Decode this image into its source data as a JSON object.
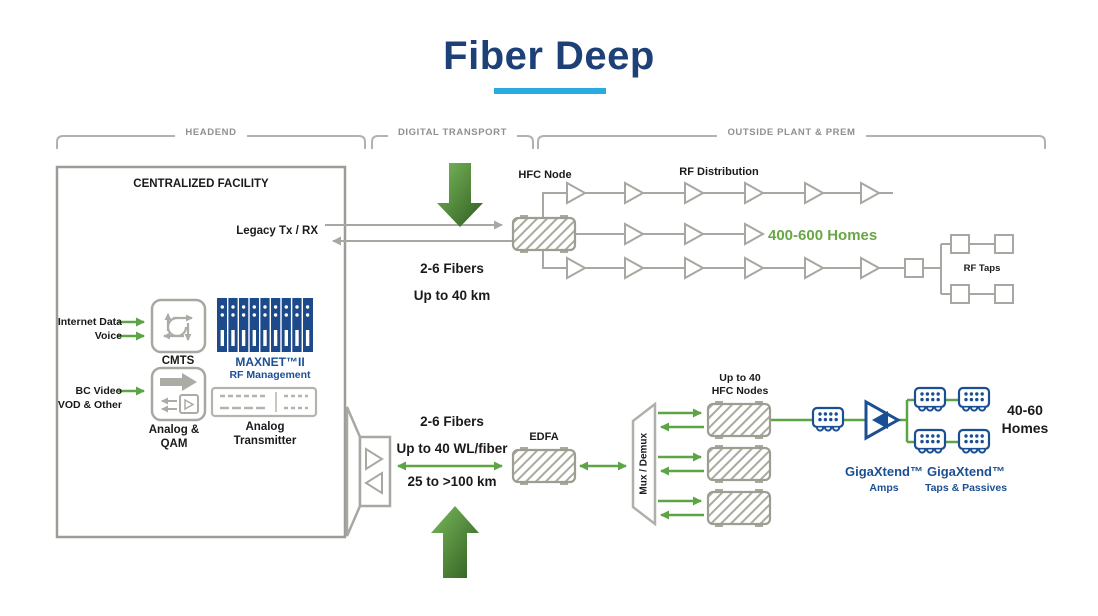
{
  "title": "Fiber Deep",
  "sections": {
    "headend": "HEADEND",
    "digital_transport": "DIGITAL TRANSPORT",
    "outside_plant": "OUTSIDE PLANT & PREM"
  },
  "facility": {
    "title": "CENTRALIZED FACILITY",
    "legacy": "Legacy Tx / RX",
    "input_internet": "Internet Data",
    "input_voice": "Voice",
    "cmts": "CMTS",
    "maxnet_name": "MAXNET™II",
    "maxnet_sub": "RF Management",
    "input_bc": "BC Video",
    "input_vod": "VOD & Other",
    "analog_qam_1": "Analog &",
    "analog_qam_2": "QAM",
    "analog_tx_1": "Analog",
    "analog_tx_2": "Transmitter"
  },
  "top_path": {
    "fibers": "2-6 Fibers",
    "distance": "Up to 40 km",
    "hfc_node": "HFC Node",
    "rf_distribution": "RF Distribution",
    "homes": "400-600 Homes",
    "rf_taps": "RF Taps"
  },
  "bottom_path": {
    "fibers": "2-6 Fibers",
    "wavelengths": "Up to 40 WL/fiber",
    "distance": "25 to >100 km",
    "edfa": "EDFA",
    "mux": "Mux / Demux",
    "nodes_1": "Up to 40",
    "nodes_2": "HFC Nodes",
    "homes_1": "40-60",
    "homes_2": "Homes",
    "amps_name": "GigaXtend™",
    "amps_sub": "Amps",
    "taps_name": "GigaXtend™",
    "taps_sub": "Taps & Passives"
  },
  "icons": [
    "down-arrow-icon",
    "up-arrow-icon",
    "cmts-icon",
    "maxnet-chassis-icon",
    "analog-qam-icon",
    "analog-transmitter-icon",
    "laser-transmitter-icon",
    "hfc-node-icon",
    "edfa-icon",
    "mux-demux-icon",
    "rf-amplifier-icon",
    "rf-tap-icon",
    "gigaxtend-tap-icon",
    "gigaxtend-amp-icon"
  ],
  "colors": {
    "title_navy": "#1d4077",
    "underline_cyan": "#29aae1",
    "green_arrow": "#5ca445",
    "green_text": "#6aa646",
    "brand_blue": "#1b4f93",
    "line_gray": "#a8a8a2",
    "section_gray": "#8f8f8f"
  }
}
